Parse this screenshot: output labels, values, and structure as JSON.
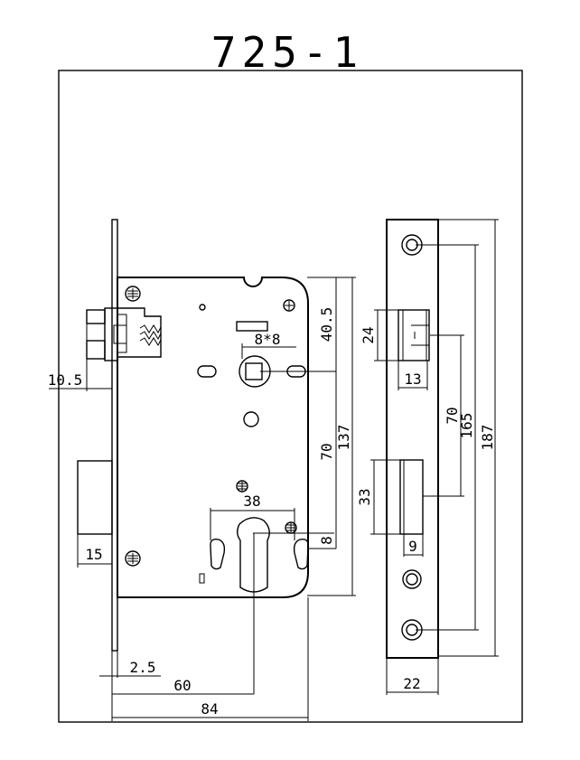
{
  "title": "725-1",
  "front_view": {
    "dimensions": {
      "backset_ext": "10.5",
      "latch_height": "40.5",
      "center_distance": "70",
      "case_height": "137",
      "spindle_size": "8*8",
      "cylinder_width": "38",
      "cylinder_offset": "8",
      "faceplate_thickness": "2.5",
      "backset": "60",
      "case_depth": "84",
      "deadbolt_width": "15"
    }
  },
  "side_view": {
    "dimensions": {
      "latch_height": "24",
      "latch_width": "13",
      "center_distance": "70",
      "inner_screw_span": "165",
      "faceplate_length": "187",
      "deadbolt_height": "33",
      "deadbolt_width": "9",
      "faceplate_width": "22"
    }
  }
}
